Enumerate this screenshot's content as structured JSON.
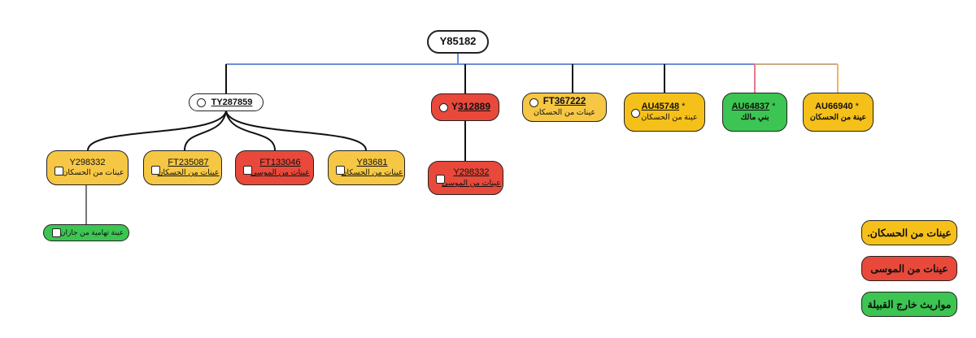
{
  "root": {
    "id": "Y85182"
  },
  "nodes": {
    "ty287859": {
      "id": "TY287859"
    },
    "y312889": {
      "id_prefix": "Y",
      "id_underlined": "312889"
    },
    "ft367222": {
      "id_prefix": "FT",
      "id_underlined": "367222",
      "label": "عينات من الحسكان"
    },
    "au45748": {
      "id": "AU45748",
      "star": "*",
      "label": "عينة من الحسكان"
    },
    "au64837": {
      "id": "AU64837",
      "star": "*",
      "label": "بني مالك"
    },
    "au66940": {
      "id": "AU66940",
      "star": "*",
      "label": "عينة من الحسكان"
    },
    "y298332a": {
      "id": "Y298332",
      "label": "عينات من الحسكان"
    },
    "ft235087": {
      "id": "FT235087",
      "label": "عينات من الحسكان"
    },
    "ft133046": {
      "id": "FT133046",
      "label": "عينات من الموسى"
    },
    "y83681": {
      "id": "Y83681",
      "label": "عينات من الحسكان"
    },
    "y298332b": {
      "id": "Y298332",
      "label": "عينات من الموسى"
    },
    "tihama": {
      "label": "عينة تهامية من جازان"
    }
  },
  "legend": {
    "hasakan": "عينات من الحسكان.",
    "mousa": "عينات من الموسى",
    "outside": "مواريث خارج القبيلة"
  },
  "colors": {
    "yellow": "#f6c744",
    "red": "#e8493a",
    "green": "#3cc552",
    "bus_blue": "#6b8fd6",
    "edge_pink": "#e77a8c",
    "edge_orange": "#f2b36b",
    "edge_gray": "#777777"
  }
}
